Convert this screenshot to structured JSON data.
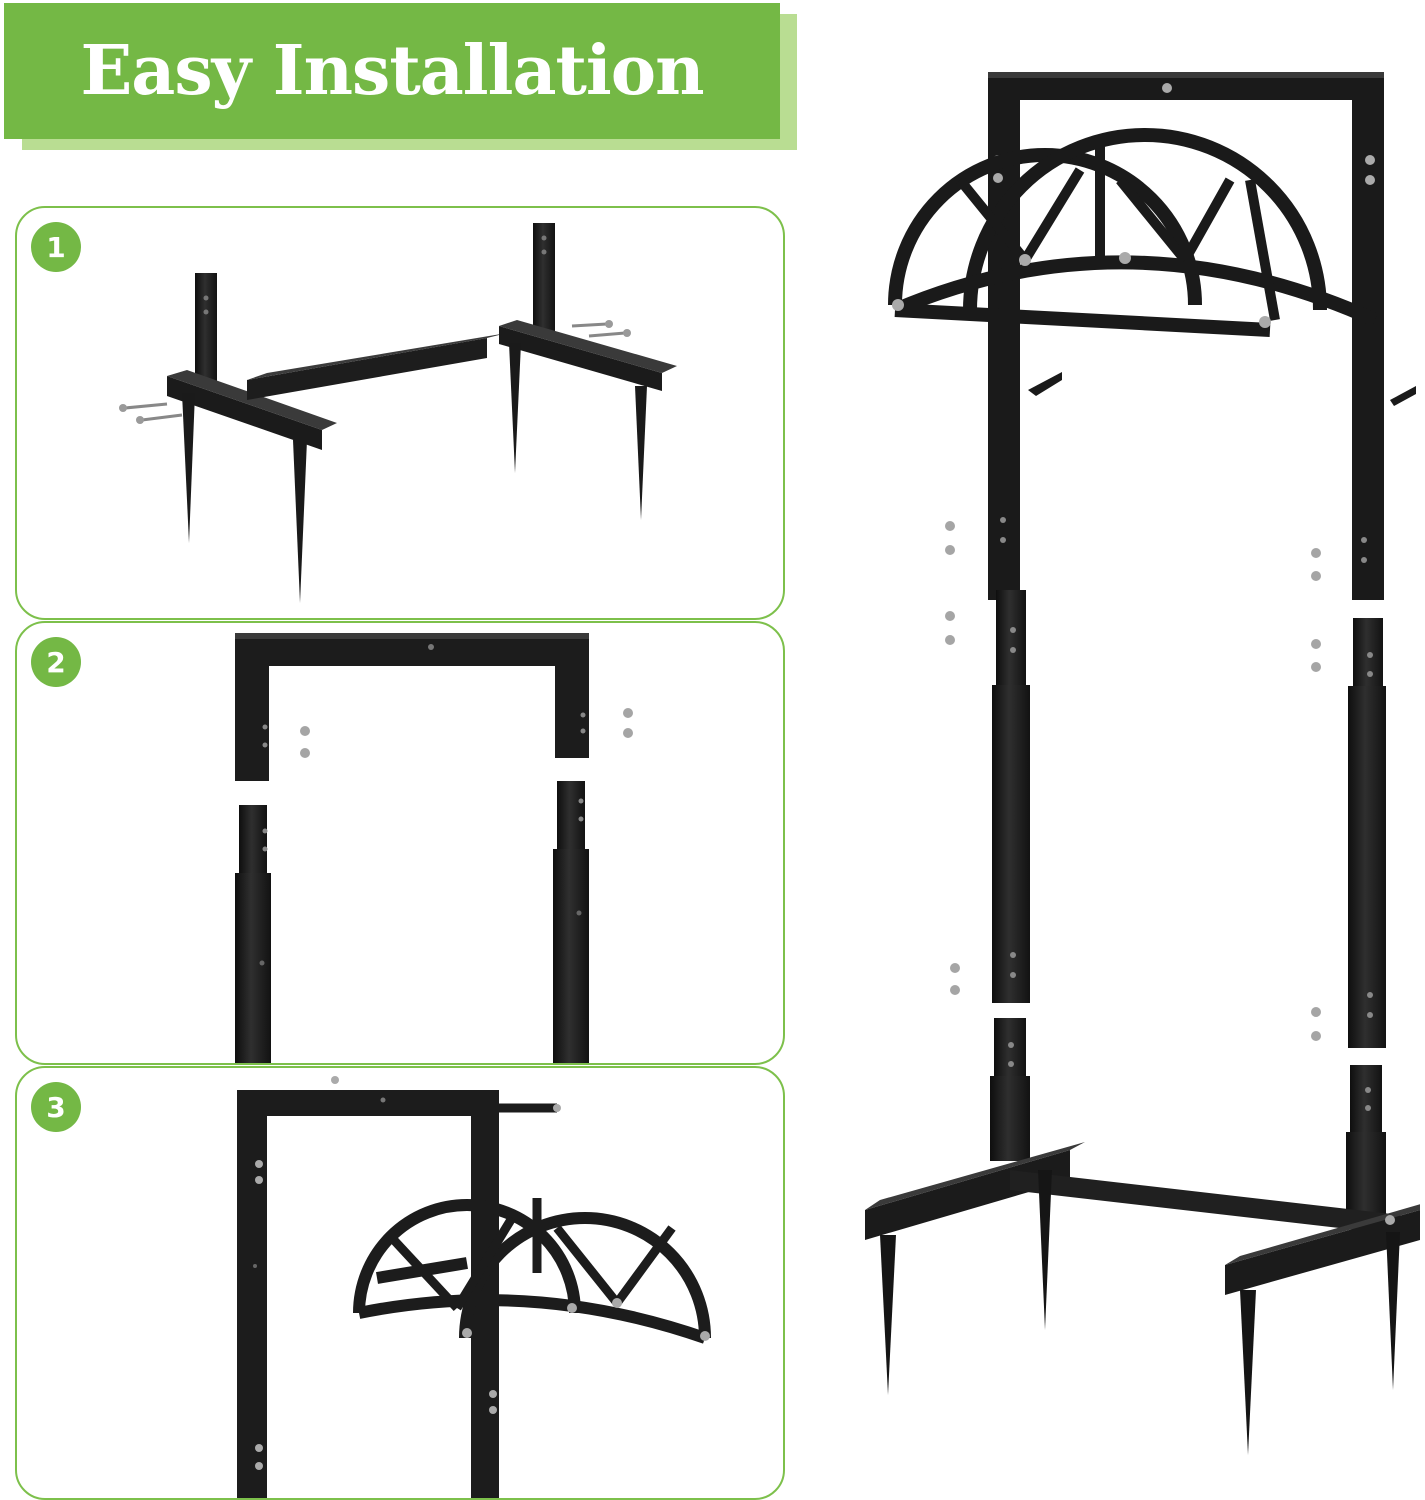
{
  "header": {
    "title": "Easy Installation"
  },
  "steps": [
    {
      "number": "1"
    },
    {
      "number": "2"
    },
    {
      "number": "3"
    }
  ],
  "colors": {
    "accent": "#74b845",
    "accent_light": "#b9dd92",
    "panel_border": "#7dc04b",
    "metal": "#1f1f1f"
  }
}
